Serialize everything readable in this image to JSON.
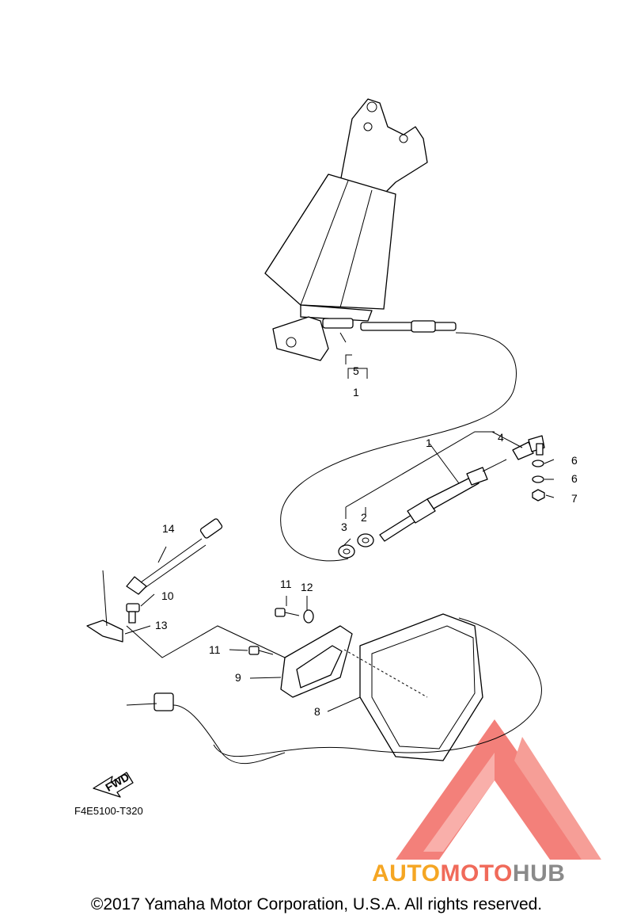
{
  "diagram": {
    "callouts": [
      "5",
      "1",
      "4",
      "1",
      "6",
      "6",
      "7",
      "3",
      "2",
      "14",
      "10",
      "13",
      "11",
      "12",
      "11",
      "9",
      "8"
    ],
    "fwd_label": "FWD",
    "drawing_code": "F4E5100-T320",
    "copyright": "©2017 Yamaha Motor Corporation, U.S.A. All rights reserved."
  },
  "watermark": {
    "part1": "AUTO",
    "part2": "MOTO",
    "part3": "HUB",
    "colors": {
      "auto": "#f5a623",
      "moto": "#f06a5a",
      "hub": "#8a8a8a",
      "logo": "#f26b63"
    }
  }
}
